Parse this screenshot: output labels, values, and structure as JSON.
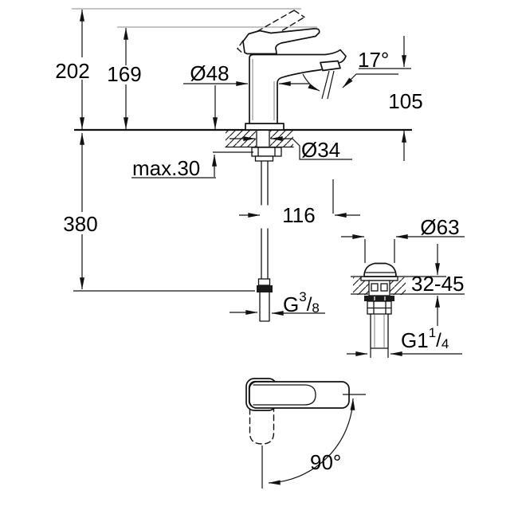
{
  "drawing": {
    "type": "technical-dimension-drawing",
    "subject": "single-lever basin mixer faucet with pop-up waste",
    "background": "#ffffff",
    "line_color": "#111111",
    "ref_line_color": "#8a8a8a",
    "dims": {
      "total_height": "202",
      "body_height": "169",
      "body_diameter": "Ø48",
      "spout_angle": "17°",
      "outlet_height": "105",
      "max_deck_thickness": "max.30",
      "hole_diameter": "Ø34",
      "hose_length": "380",
      "spout_reach": "116",
      "waste_flange_diameter": "Ø63",
      "waste_deck_range": "32-45",
      "handle_rotation": "90°",
      "supply_thread": {
        "prefix": "G",
        "sup": "3",
        "slash": "/",
        "sub": "8"
      },
      "waste_thread": {
        "prefix": "G1",
        "sup": "1",
        "slash": "/",
        "sub": "4"
      }
    }
  }
}
